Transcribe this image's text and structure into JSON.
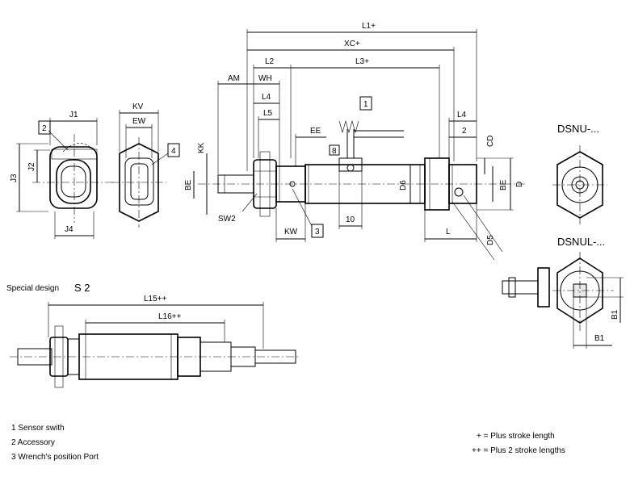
{
  "drawing": {
    "dims": {
      "L1": "L1+",
      "XC": "XC+",
      "L2": "L2",
      "L3": "L3+",
      "AM": "AM",
      "WH": "WH",
      "L4a": "L4",
      "L4b": "L4",
      "L5": "L5",
      "EE": "EE",
      "two": "2",
      "CD": "CD",
      "KK": "KK",
      "BE_left": "BE",
      "BE_right": "BE",
      "D": "D",
      "D6": "D6",
      "D5": "D5",
      "SW2": "SW2",
      "KW": "KW",
      "ten": "10",
      "L": "L",
      "J1": "J1",
      "J2": "J2",
      "J3": "J3",
      "J4": "J4",
      "KV": "KV",
      "EW": "EW",
      "L15": "L15++",
      "L16": "L16++",
      "B1_side": "B1",
      "B1_bottom": "B1"
    },
    "callouts": {
      "one": "1",
      "two": "2",
      "three": "3",
      "four": "4",
      "eight": "8"
    },
    "titles": {
      "dsnu": "DSNU-...",
      "dsnul": "DSNUL-...",
      "special_label": "Special design",
      "special_code": "S 2"
    }
  },
  "legend": [
    "1  Sensor swith",
    "2  Accessory",
    "3  Wrench's position Port"
  ],
  "notes": [
    "+ = Plus stroke length",
    "++ = Plus 2 stroke lengths"
  ]
}
